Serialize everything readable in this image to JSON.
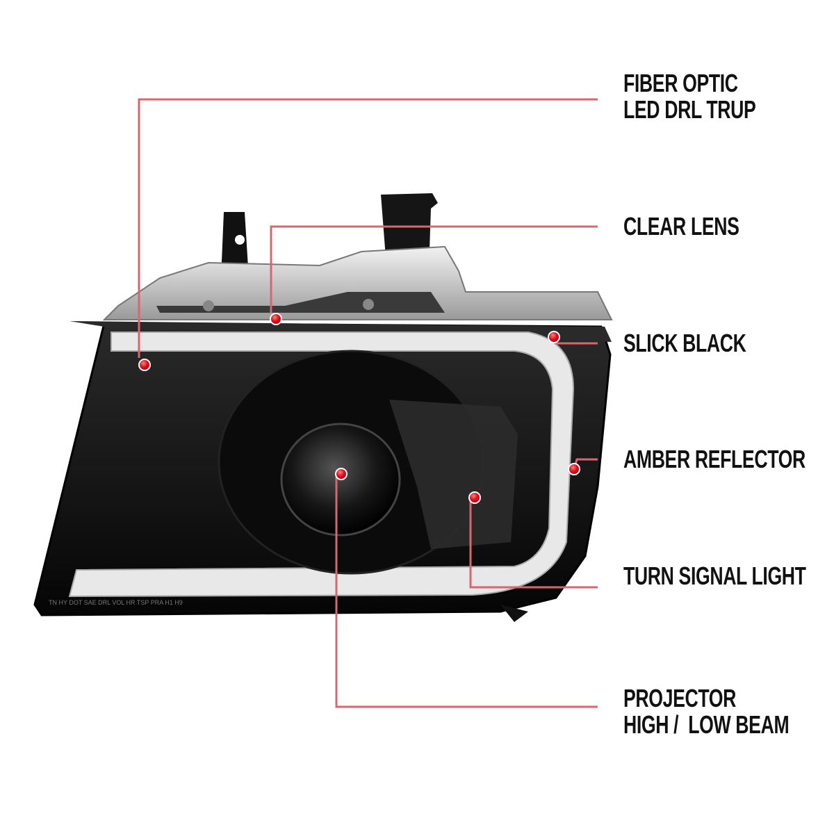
{
  "accent_color": "#d9666c",
  "dot_color": "#e0101c",
  "callouts": [
    {
      "id": "fiber-optic",
      "lines": [
        "FIBER OPTIC",
        "LED DRL TRUP"
      ]
    },
    {
      "id": "clear-lens",
      "lines": [
        "CLEAR LENS"
      ]
    },
    {
      "id": "slick-black",
      "lines": [
        "SLICK BLACK"
      ]
    },
    {
      "id": "amber-reflector",
      "lines": [
        "AMBER REFLECTOR"
      ]
    },
    {
      "id": "turn-signal",
      "lines": [
        "TURN SIGNAL LIGHT"
      ]
    },
    {
      "id": "projector",
      "lines": [
        "PROJECTOR",
        "HIGH /  LOW BEAM"
      ]
    }
  ]
}
